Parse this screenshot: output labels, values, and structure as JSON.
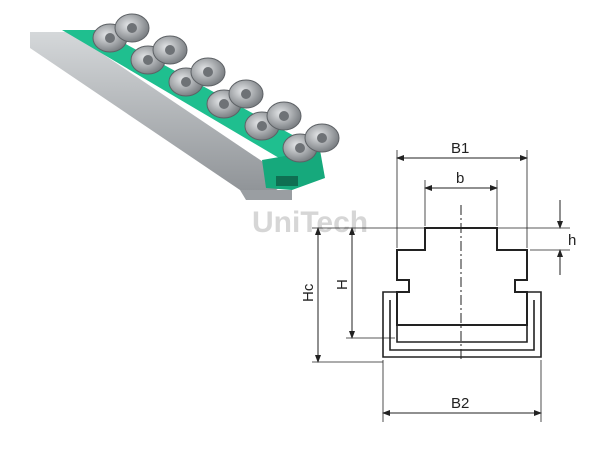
{
  "watermark": "UniTech",
  "dimensions": {
    "b1": "B1",
    "b": "b",
    "h": "h",
    "hc": "Hc",
    "H": "H",
    "b2": "B2"
  },
  "colors": {
    "guide_green": "#1fbf8f",
    "rail_steel": "#a9adb0",
    "chain": "#8a8d90"
  }
}
